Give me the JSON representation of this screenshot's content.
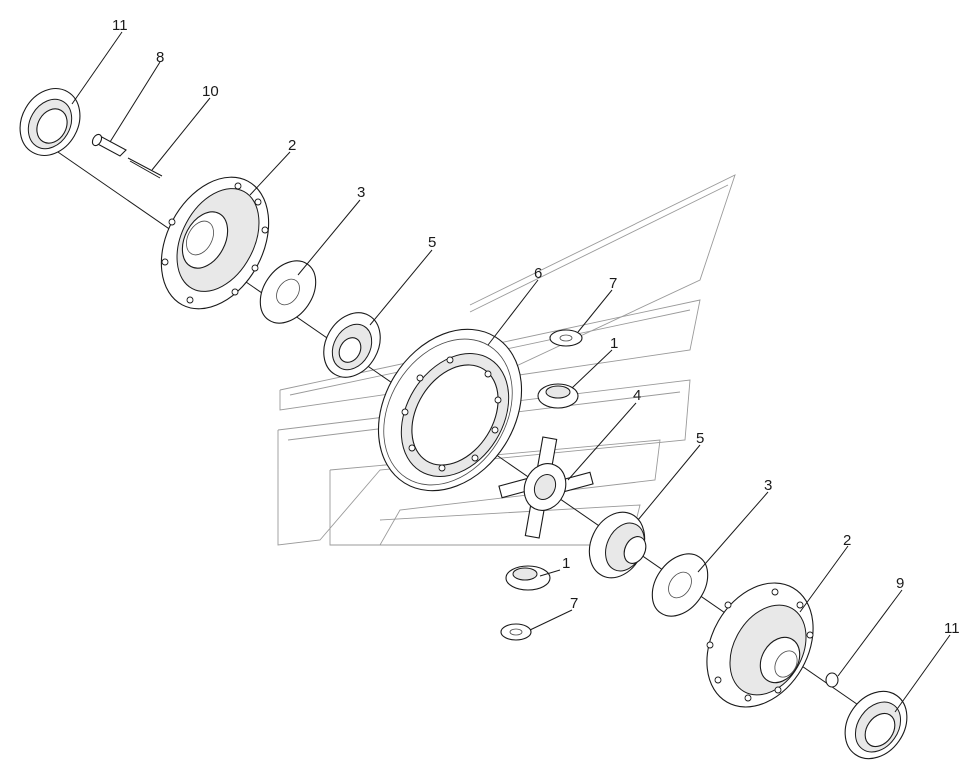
{
  "callouts": [
    {
      "id": "c11a",
      "label": "11"
    },
    {
      "id": "c8",
      "label": "8"
    },
    {
      "id": "c10",
      "label": "10"
    },
    {
      "id": "c2a",
      "label": "2"
    },
    {
      "id": "c3a",
      "label": "3"
    },
    {
      "id": "c5a",
      "label": "5"
    },
    {
      "id": "c6",
      "label": "6"
    },
    {
      "id": "c7a",
      "label": "7"
    },
    {
      "id": "c1a",
      "label": "1"
    },
    {
      "id": "c4",
      "label": "4"
    },
    {
      "id": "c5b",
      "label": "5"
    },
    {
      "id": "c3b",
      "label": "3"
    },
    {
      "id": "c2b",
      "label": "2"
    },
    {
      "id": "c9",
      "label": "9"
    },
    {
      "id": "c1b",
      "label": "1"
    },
    {
      "id": "c7b",
      "label": "7"
    },
    {
      "id": "c11b",
      "label": "11"
    }
  ]
}
